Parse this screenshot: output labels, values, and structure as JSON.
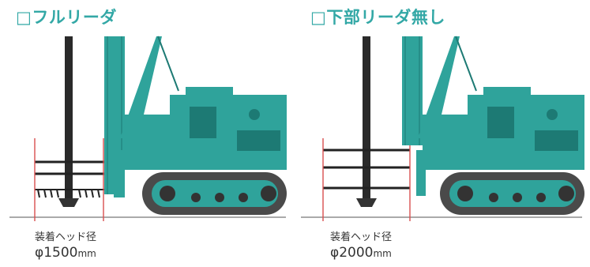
{
  "colors": {
    "accent": "#33a8a6",
    "machine": "#2fa39b",
    "machine_dark": "#1d7a74",
    "track": "#4a4a4a",
    "marker": "#d94e4e"
  },
  "panels": [
    {
      "title": "□フルリーダ",
      "caption": "装着ヘッド径",
      "diameter_prefix": "φ1500",
      "diameter_unit": "mm"
    },
    {
      "title": "□下部リーダ無し",
      "caption": "装着ヘッド径",
      "diameter_prefix": "φ2000",
      "diameter_unit": "mm"
    }
  ]
}
